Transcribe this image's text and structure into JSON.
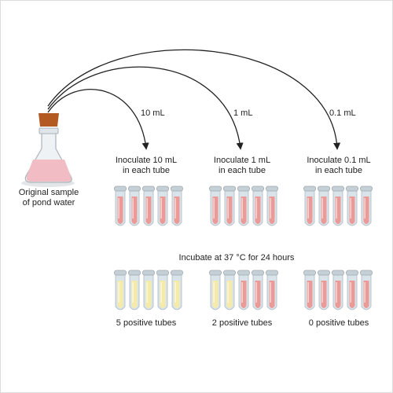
{
  "flask": {
    "label_line1": "Original sample",
    "label_line2": "of pond water"
  },
  "transfers": [
    {
      "volume": "10 mL",
      "instruction_line1": "Inoculate 10 mL",
      "instruction_line2": "in each tube",
      "result": "5 positive tubes",
      "positive_tubes": 5
    },
    {
      "volume": "1 mL",
      "instruction_line1": "Inoculate 1 mL",
      "instruction_line2": "in each tube",
      "result": "2 positive tubes",
      "positive_tubes": 2
    },
    {
      "volume": "0.1 mL",
      "instruction_line1": "Inoculate 0.1 mL",
      "instruction_line2": "in each tube",
      "result": "0 positive tubes",
      "positive_tubes": 0
    }
  ],
  "incubation_label": "Incubate at 37 °C for 24 hours",
  "tubes_per_group": 5,
  "colors": {
    "negative_fill": "#ec9a98",
    "positive_fill": "#f5eaa8",
    "tube_glass": "#d9e4ea",
    "cap": "#c5cfd6",
    "cork": "#b25a22",
    "flask_liquid": "#f2bcc4",
    "arrow": "#222222"
  }
}
